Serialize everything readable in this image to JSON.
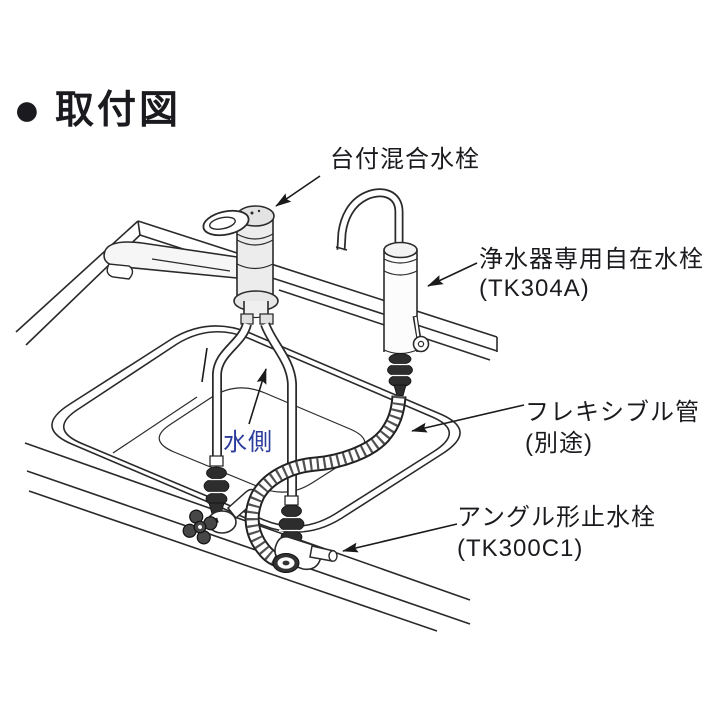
{
  "page": {
    "background": "#ffffff"
  },
  "title": {
    "bullet": "●",
    "text": "取付図"
  },
  "diagram": {
    "labels": {
      "mixing_faucet": {
        "text": "台付混合水栓"
      },
      "purifier_faucet": {
        "name": "浄水器専用自在水栓",
        "model": "(TK304A)"
      },
      "water_side": {
        "text": "水側"
      },
      "flexible_pipe": {
        "name": "フレキシブル管",
        "note": "(別途)"
      },
      "angle_stop_valve": {
        "name": "アングル形止水栓",
        "model": "(TK300C1)"
      }
    },
    "colors": {
      "line": "#2a2a2a",
      "text": "#1b1b1f",
      "water_side_text": "#2c3c9c",
      "faucet_body_fill": "#e9e9e9",
      "dark_fitting_fill": "#2d2d2d",
      "background": "#ffffff"
    }
  }
}
